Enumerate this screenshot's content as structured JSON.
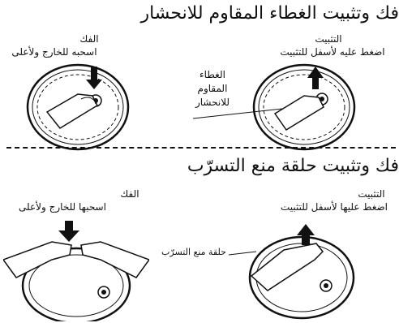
{
  "section1": {
    "title": "فك وتثبيت الغطاء المقاوم للانحشار",
    "install": {
      "heading": "التثبيت",
      "instruction": "اضغط عليه لأسفل للتثبيت"
    },
    "remove": {
      "heading": "الفك",
      "instruction": "اسحبه للخارج ولأعلى"
    },
    "part_label": [
      "الغطاء",
      "المقاوم",
      "للانحشار"
    ]
  },
  "section2": {
    "title": "فك وتثبيت حلقة منع التسرّب",
    "install": {
      "heading": "التثبيت",
      "instruction": "اضغط عليها لأسفل للتثبيت"
    },
    "remove": {
      "heading": "الفك",
      "instruction": "اسحبها للخارج ولأعلى"
    },
    "part_label": "حلقة منع التسرّب"
  }
}
